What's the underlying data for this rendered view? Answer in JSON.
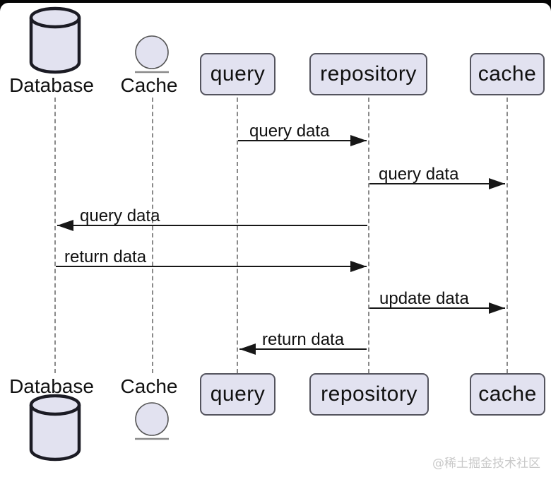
{
  "diagram": {
    "title": "sequence-diagram",
    "participants": {
      "database": {
        "label": "Database",
        "icon": "database-cylinder-icon"
      },
      "cache_entity": {
        "label": "Cache",
        "icon": "entity-circle-icon"
      },
      "query": {
        "label": "query"
      },
      "repository": {
        "label": "repository"
      },
      "cache_box": {
        "label": "cache"
      }
    },
    "messages": [
      {
        "label": "query data",
        "from": "query",
        "to": "repository",
        "direction": "right"
      },
      {
        "label": "query data",
        "from": "repository",
        "to": "cache",
        "direction": "right"
      },
      {
        "label": "query data",
        "from": "repository",
        "to": "Database",
        "direction": "left"
      },
      {
        "label": "return data",
        "from": "Database",
        "to": "repository",
        "direction": "right"
      },
      {
        "label": "update data",
        "from": "repository",
        "to": "cache",
        "direction": "right"
      },
      {
        "label": "return data",
        "from": "repository",
        "to": "query",
        "direction": "left"
      }
    ]
  },
  "watermark": {
    "text": "@稀土掘金技术社区"
  },
  "colors": {
    "node_fill": "#E2E2F0",
    "node_border": "#54545E",
    "text": "#111111",
    "lifeline": "#8A8A8A",
    "arrow": "#171717",
    "watermark": "#C9C9C9",
    "top_bar": "#050505",
    "background": "#FFFFFF"
  }
}
